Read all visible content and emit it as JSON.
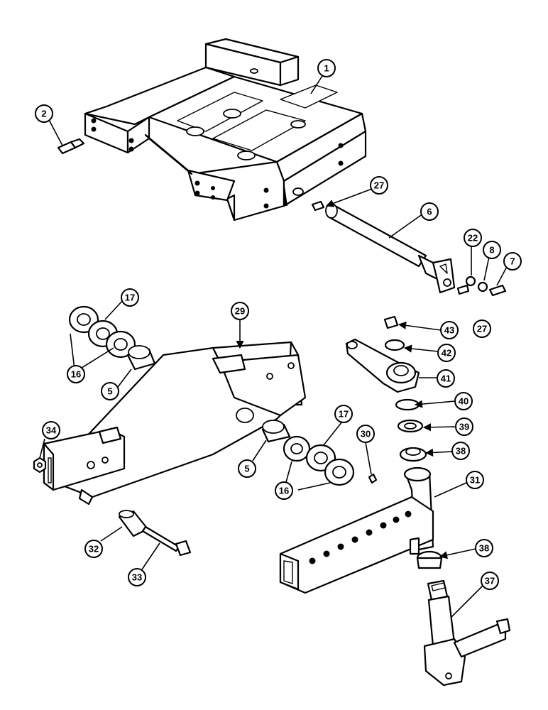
{
  "callouts": [
    "1",
    "2",
    "27",
    "6",
    "22",
    "8",
    "7",
    "17",
    "29",
    "16",
    "5",
    "43",
    "27",
    "42",
    "41",
    "40",
    "39",
    "34",
    "17",
    "30",
    "38",
    "5",
    "16",
    "31",
    "32",
    "33",
    "38",
    "37"
  ]
}
